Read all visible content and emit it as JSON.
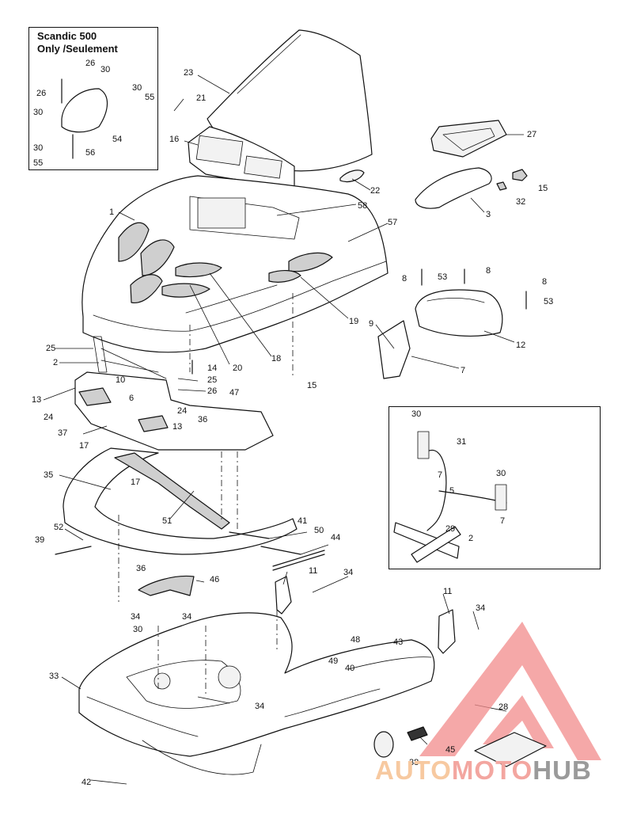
{
  "inset": {
    "title_line1": "Scandic 500",
    "title_line2": "Only /Seulement",
    "labels": [
      "26",
      "30",
      "26",
      "30",
      "55",
      "30",
      "54",
      "30",
      "56",
      "55"
    ]
  },
  "callouts": [
    "23",
    "21",
    "16",
    "27",
    "22",
    "15",
    "32",
    "3",
    "1",
    "58",
    "57",
    "8",
    "53",
    "8",
    "8",
    "53",
    "9",
    "12",
    "7",
    "19",
    "18",
    "20",
    "15",
    "25",
    "2",
    "14",
    "10",
    "25",
    "26",
    "13",
    "24",
    "6",
    "47",
    "24",
    "13",
    "36",
    "37",
    "17",
    "17",
    "35",
    "51",
    "41",
    "50",
    "44",
    "52",
    "39",
    "30",
    "31",
    "7",
    "30",
    "5",
    "7",
    "29",
    "2",
    "36",
    "46",
    "11",
    "34",
    "34",
    "34",
    "30",
    "11",
    "34",
    "48",
    "43",
    "49",
    "40",
    "33",
    "34",
    "28",
    "45",
    "38",
    "42"
  ],
  "watermark": {
    "part1": "AUTO",
    "part2": "MOTO",
    "part3": "HUB",
    "color_auto": "#f7c9a0",
    "color_moto": "#f3a6a0",
    "color_hub": "#9a9a9a",
    "triangle_color": "#f28b8b"
  }
}
